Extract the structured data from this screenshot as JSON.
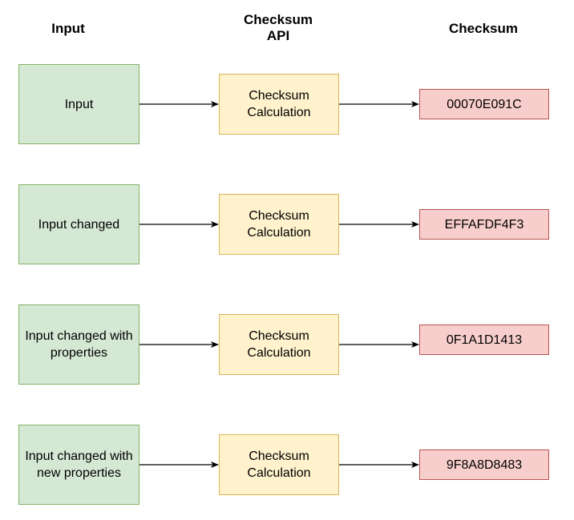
{
  "headers": {
    "input": "Input",
    "api": "Checksum\nAPI",
    "checksum": "Checksum"
  },
  "rows": [
    {
      "input": "Input",
      "api": "Checksum\nCalculation",
      "checksum": "00070E091C"
    },
    {
      "input": "Input changed",
      "api": "Checksum\nCalculation",
      "checksum": "EFFAFDF4F3"
    },
    {
      "input": "Input changed with\nproperties",
      "api": "Checksum\nCalculation",
      "checksum": "0F1A1D1413"
    },
    {
      "input": "Input changed with\nnew properties",
      "api": "Checksum\nCalculation",
      "checksum": "9F8A8D8483"
    }
  ],
  "colors": {
    "input_fill": "#d5e8d4",
    "input_stroke": "#82b366",
    "api_fill": "#fff2cc",
    "api_stroke": "#d6b656",
    "checksum_fill": "#f8cecc",
    "checksum_stroke": "#b85450",
    "arrow": "#000000"
  }
}
